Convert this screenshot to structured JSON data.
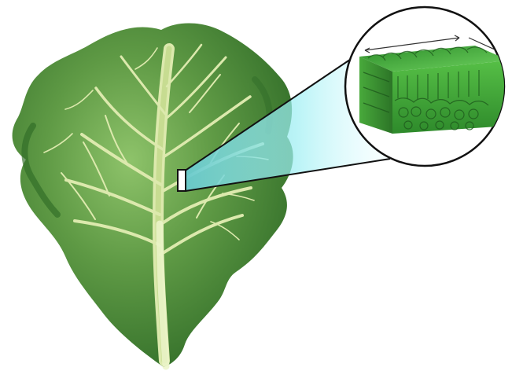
{
  "diagram": {
    "title": "",
    "subject": "leaf-cross-section-magnification",
    "icons": {
      "leaf": "lettuce-leaf",
      "sample": "sample-marker",
      "magnifier": "magnified-tissue-block"
    },
    "colors": {
      "leaf_dark": "#3f7a32",
      "leaf_mid": "#5f9a45",
      "leaf_light": "#8ec36a",
      "vein": "#d9e7a8",
      "beam": "#8ee6ec",
      "tissue": "#66c84f",
      "outline": "#111111"
    }
  }
}
